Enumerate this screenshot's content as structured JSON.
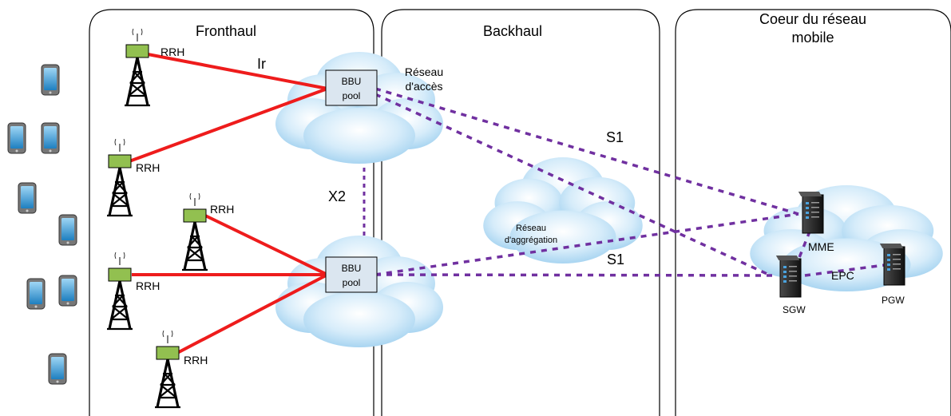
{
  "panels": {
    "fronthaul": "Fronthaul",
    "backhaul": "Backhaul",
    "core_line1": "Coeur du réseau",
    "core_line2": "mobile"
  },
  "rrh_label": "RRH",
  "ir_label": "Ir",
  "bbu": {
    "line1": "BBU",
    "line2": "pool"
  },
  "x2_label": "X2",
  "access_network": {
    "line1": "Réseau",
    "line2": "d'accès"
  },
  "aggregation_network": {
    "line1": "Réseau",
    "line2": "d'aggrégation"
  },
  "s1_label": "S1",
  "epc": {
    "label": "EPC",
    "mme": "MME",
    "sgw": "SGW",
    "pgw": "PGW"
  },
  "colors": {
    "radio_link": "#ee1c1c",
    "logical_link": "#7030a0",
    "cloud": "#c6e4f6",
    "rrh_box": "#92c050",
    "bbu_box": "#dbe6f0"
  }
}
